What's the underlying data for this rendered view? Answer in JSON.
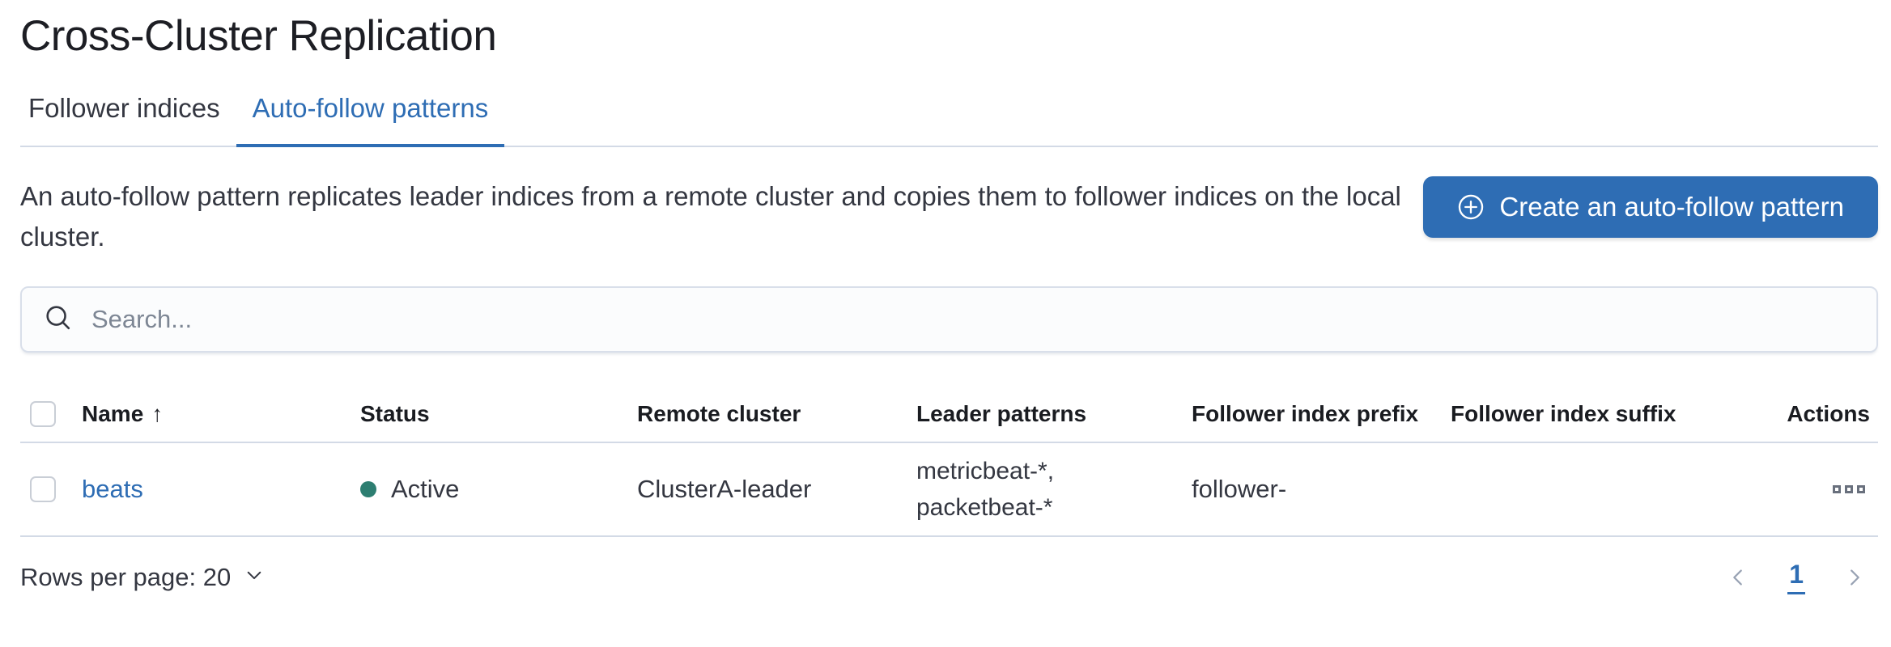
{
  "page": {
    "title": "Cross-Cluster Replication"
  },
  "tabs": [
    {
      "label": "Follower indices",
      "active": false
    },
    {
      "label": "Auto-follow patterns",
      "active": true
    }
  ],
  "intro": {
    "description": "An auto-follow pattern replicates leader indices from a remote cluster and copies them to follower indices on the local cluster.",
    "create_button_label": "Create an auto-follow pattern",
    "create_button_icon": "plus-in-circle-icon"
  },
  "search": {
    "placeholder": "Search...",
    "icon": "search-icon"
  },
  "table": {
    "columns": {
      "name": "Name",
      "status": "Status",
      "remote_cluster": "Remote cluster",
      "leader_patterns": "Leader patterns",
      "follower_index_prefix": "Follower index prefix",
      "follower_index_suffix": "Follower index suffix",
      "actions": "Actions"
    },
    "sort": {
      "column": "Name",
      "direction": "ascending",
      "arrow": "↑"
    },
    "rows": [
      {
        "name": "beats",
        "status": "Active",
        "remote_cluster": "ClusterA-leader",
        "leader_patterns_line1": "metricbeat-*,",
        "leader_patterns_line2": "packetbeat-*",
        "follower_index_prefix": "follower-",
        "follower_index_suffix": "",
        "actions_icon": "boxes-horizontal-icon"
      }
    ]
  },
  "footer": {
    "rows_per_page_label": "Rows per page: 20",
    "pagination": {
      "current_page": "1",
      "prev_icon": "chevron-left-icon",
      "next_icon": "chevron-right-icon"
    }
  },
  "colors": {
    "primary_blue": "#2e6db4",
    "link_blue": "#2e6db4",
    "status_green": "#2d7e71",
    "border_gray": "#d3dae6",
    "text_dark": "#343741",
    "placeholder_gray": "#7d8694",
    "disabled_gray": "#98a2b3"
  }
}
